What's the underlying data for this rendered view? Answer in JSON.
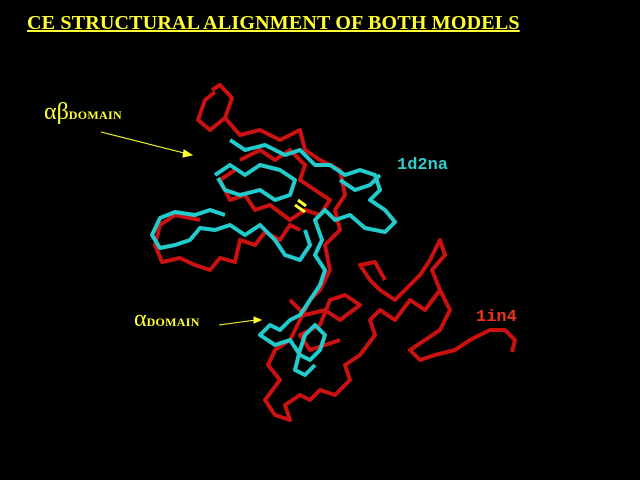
{
  "title": "CE STRUCTURAL ALIGNMENT OF BOTH MODELS",
  "labels": {
    "ab_domain": {
      "greek": "αβ",
      "text": "DOMAIN"
    },
    "a_domain": {
      "greek": "α",
      "text": "DOMAIN"
    },
    "model_1": {
      "text": "1d2na",
      "color": "#33cccc"
    },
    "model_2": {
      "text": "1in4",
      "color": "#ee3322"
    }
  },
  "colors": {
    "title": "#ffff33",
    "trace_1d2na": "#22cccc",
    "trace_1in4": "#cc1111"
  }
}
